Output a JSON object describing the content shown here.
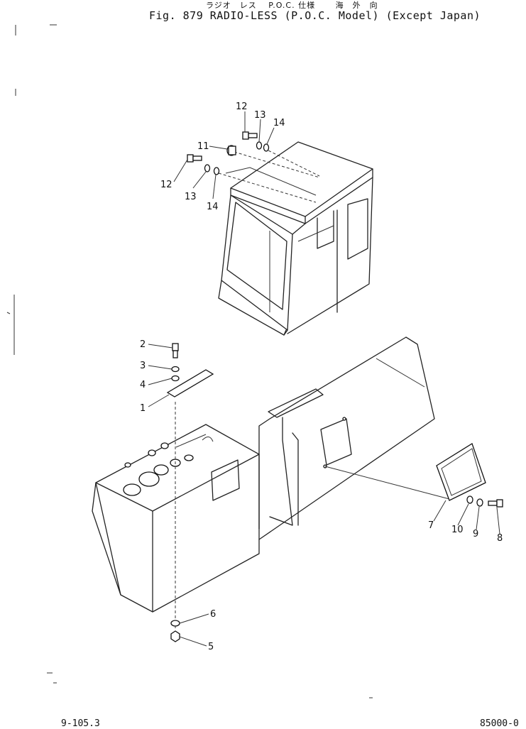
{
  "header": {
    "japanese_title": "ラジオ　レス　 P.O.C. 仕様　　 海　外　向",
    "figure_title": "Fig. 879  RADIO-LESS (P.O.C. Model) (Except Japan)"
  },
  "callouts": {
    "c1": "1",
    "c2": "2",
    "c3": "3",
    "c4": "4",
    "c5": "5",
    "c6": "6",
    "c7": "7",
    "c8": "8",
    "c9": "9",
    "c10": "10",
    "c11": "11",
    "c12a": "12",
    "c12b": "12",
    "c13a": "13",
    "c13b": "13",
    "c14a": "14",
    "c14b": "14"
  },
  "footer": {
    "left_code": "9-105.3",
    "right_code": "85000-0"
  }
}
